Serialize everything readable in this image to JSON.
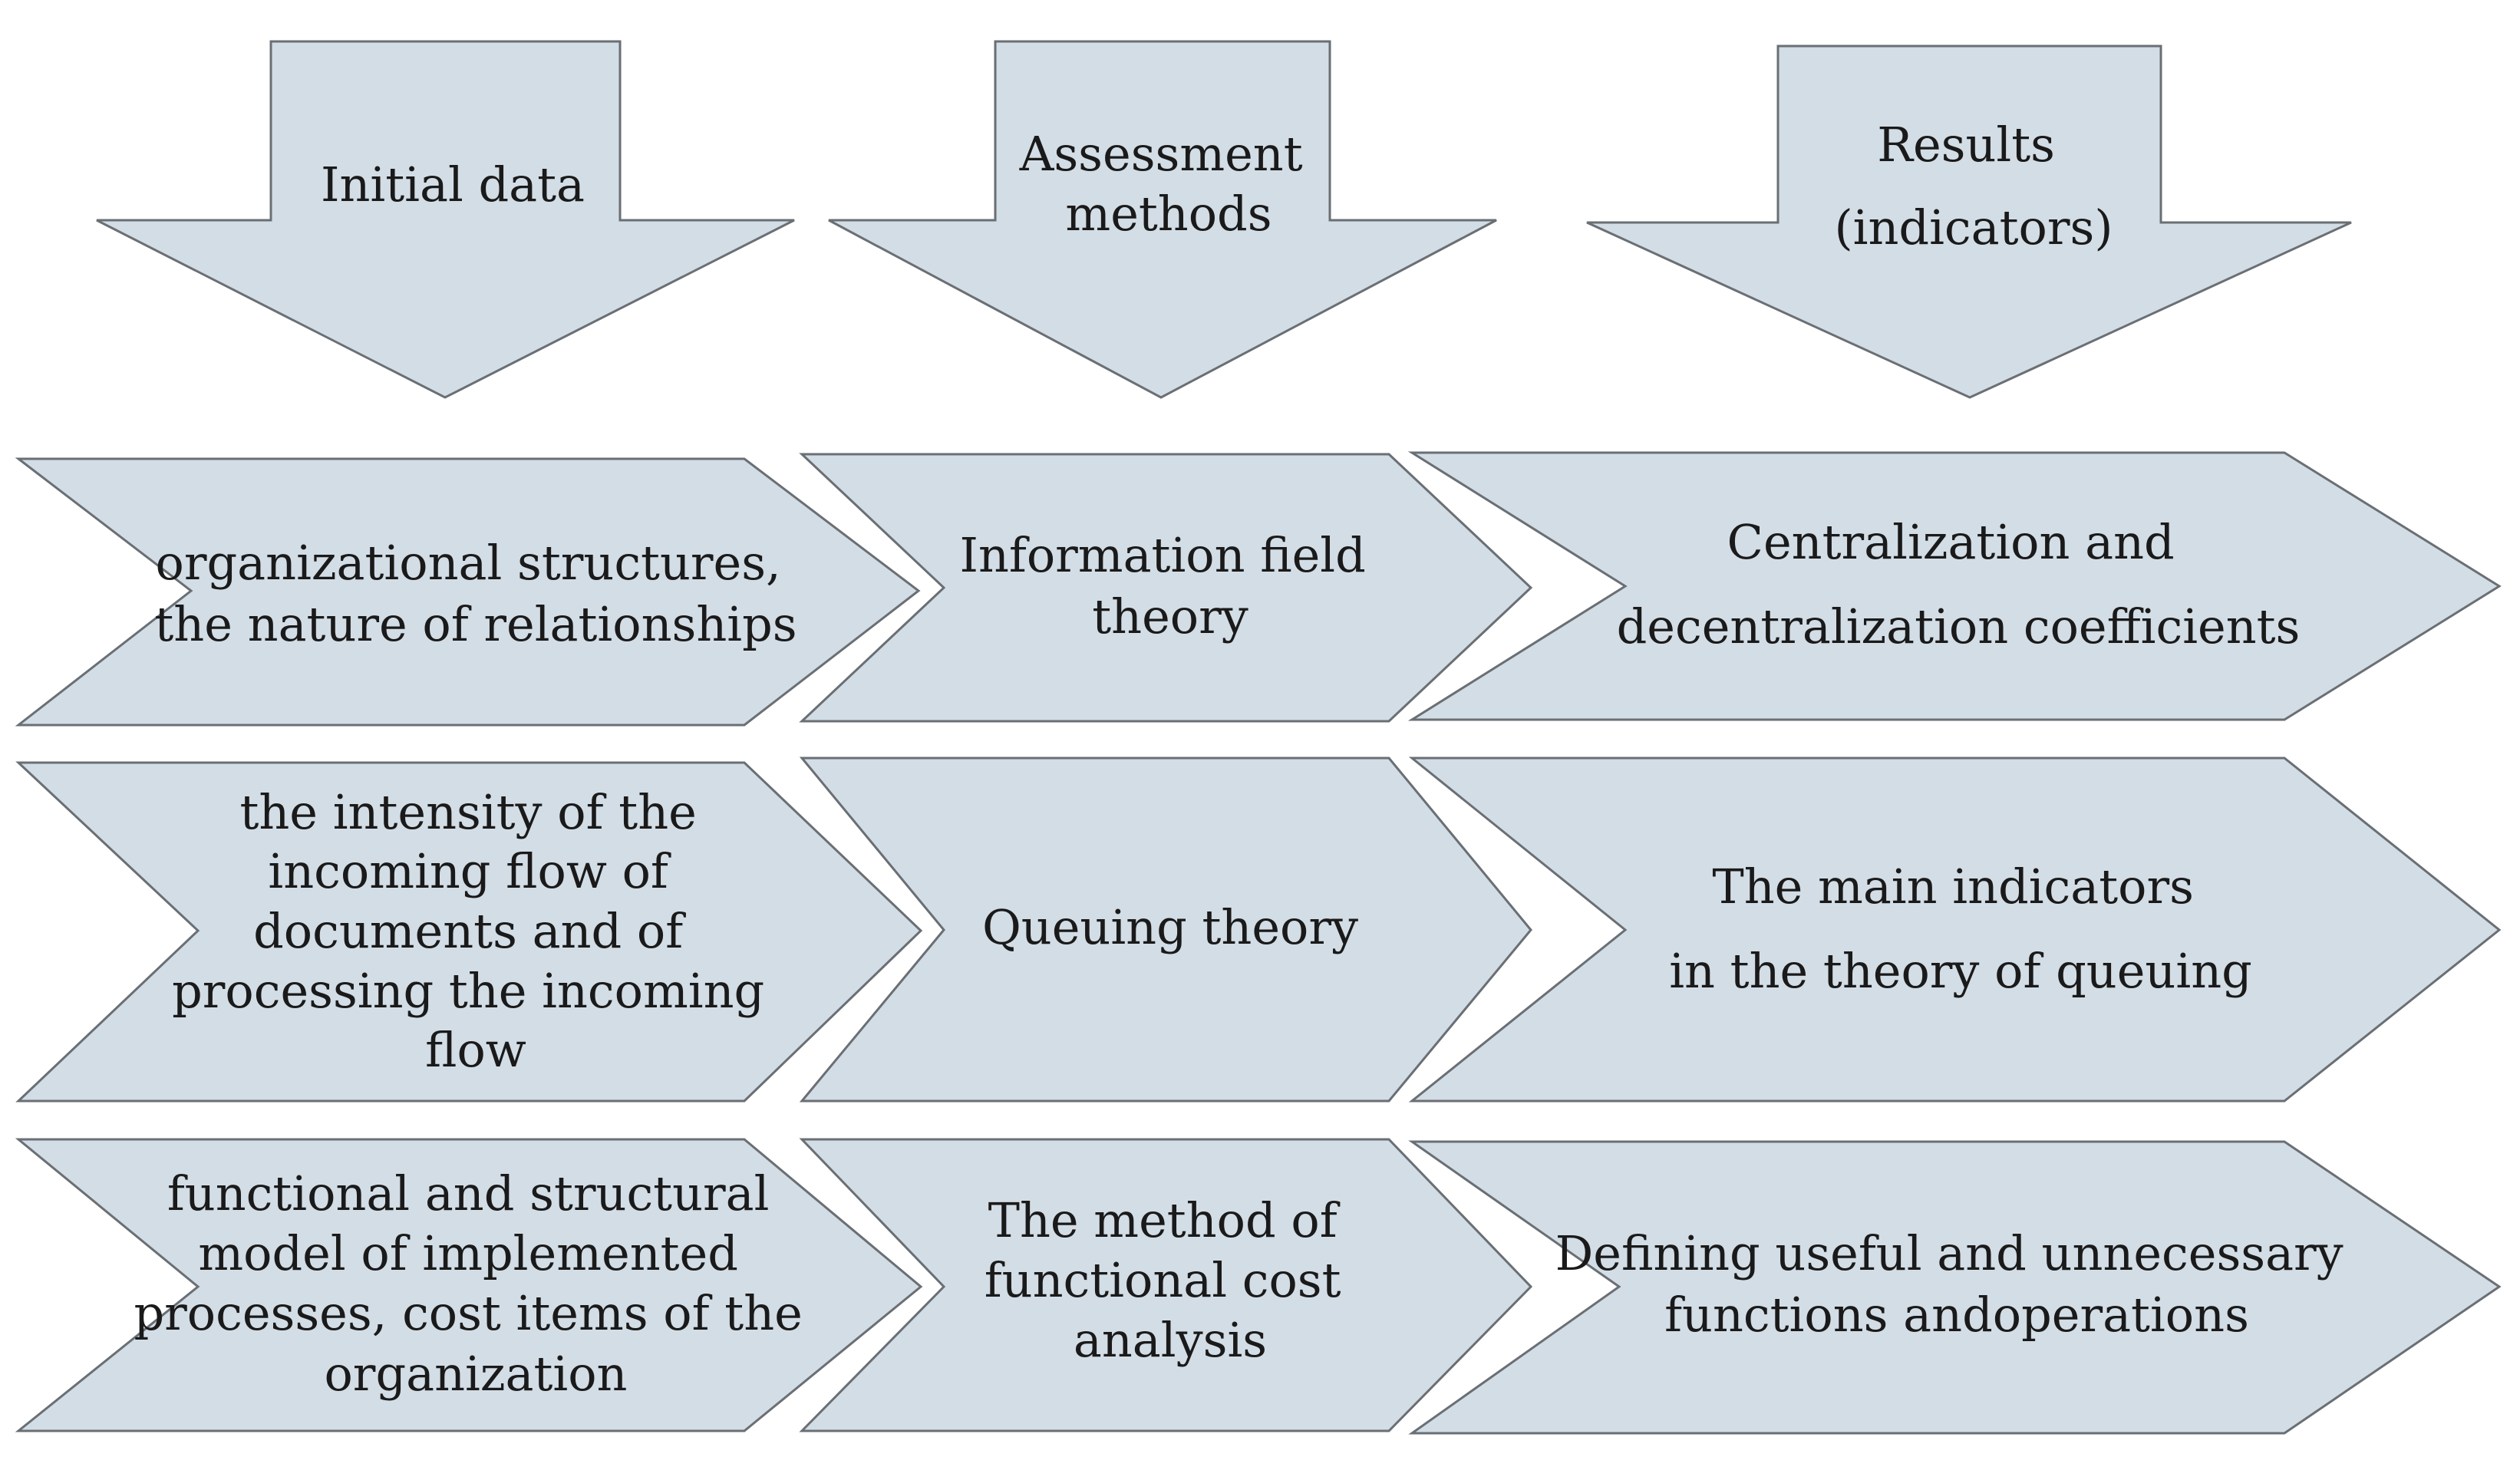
{
  "header_arrows": [
    {
      "id": "initial-data",
      "lines": [
        "Initial data"
      ]
    },
    {
      "id": "assessment-methods",
      "lines": [
        "Assessment",
        "methods"
      ]
    },
    {
      "id": "results",
      "lines": [
        "Results",
        "(indicators)"
      ]
    }
  ],
  "rows": [
    {
      "input": [
        "organizational structures,",
        "the nature of relationships"
      ],
      "method": [
        "Information field",
        "theory"
      ],
      "result": [
        "Centralization and",
        "decentralization coefficients"
      ]
    },
    {
      "input": [
        "the intensity of the",
        "incoming flow of",
        "documents and of",
        "processing the incoming",
        "flow"
      ],
      "method": [
        "Queuing theory"
      ],
      "result": [
        "The main indicators",
        "in the theory of queuing"
      ]
    },
    {
      "input": [
        "functional and structural",
        "model of implemented",
        "processes, cost items of the",
        "organization"
      ],
      "method": [
        "The method of",
        "functional cost",
        "analysis"
      ],
      "result": [
        "Defining useful and unnecessary",
        "functions andoperations"
      ]
    }
  ],
  "colors": {
    "fill": "#d3dde6",
    "stroke": "#6a6f74",
    "text": "#1a1a1a"
  }
}
